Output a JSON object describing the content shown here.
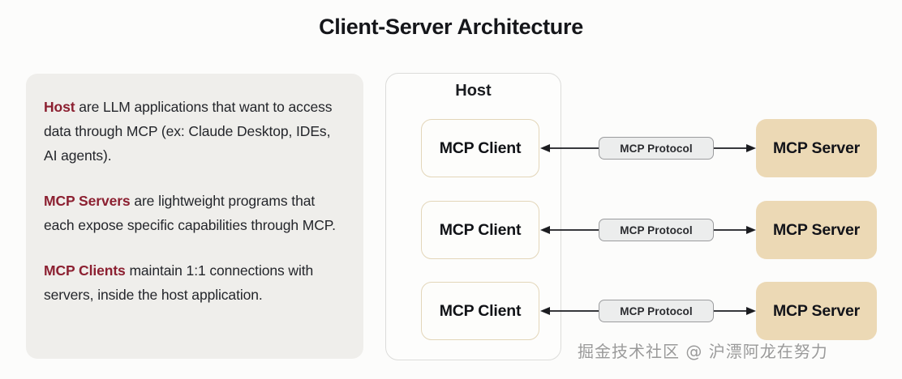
{
  "page": {
    "title": "Client-Server Architecture",
    "background_color": "#fcfcfb"
  },
  "description_panel": {
    "background_color": "#efeeeb",
    "accent_color": "#8c2031",
    "paragraphs": [
      {
        "lead": "Host",
        "rest": " are LLM applications that want to access data through MCP (ex: Claude Desktop, IDEs, AI agents)."
      },
      {
        "lead": "MCP Servers",
        "rest": " are lightweight programs that each expose specific capabilities through MCP."
      },
      {
        "lead": "MCP Clients",
        "rest": " maintain 1:1 connections with servers, inside the host application."
      }
    ]
  },
  "diagram": {
    "host": {
      "label": "Host",
      "border_color": "#dcdcda",
      "clients": [
        {
          "label": "MCP Client"
        },
        {
          "label": "MCP Client"
        },
        {
          "label": "MCP Client"
        }
      ]
    },
    "connections": [
      {
        "protocol_label": "MCP Protocol"
      },
      {
        "protocol_label": "MCP Protocol"
      },
      {
        "protocol_label": "MCP Protocol"
      }
    ],
    "servers": [
      {
        "label": "MCP Server",
        "fill_color": "#ecd9b5"
      },
      {
        "label": "MCP Server",
        "fill_color": "#ecd9b5"
      },
      {
        "label": "MCP Server",
        "fill_color": "#ecd9b5"
      }
    ],
    "client_border_color": "#e3d6b9",
    "arrow_color": "#1b1c20"
  },
  "watermark": {
    "text": "掘金技术社区 @ 沪漂阿龙在努力"
  }
}
